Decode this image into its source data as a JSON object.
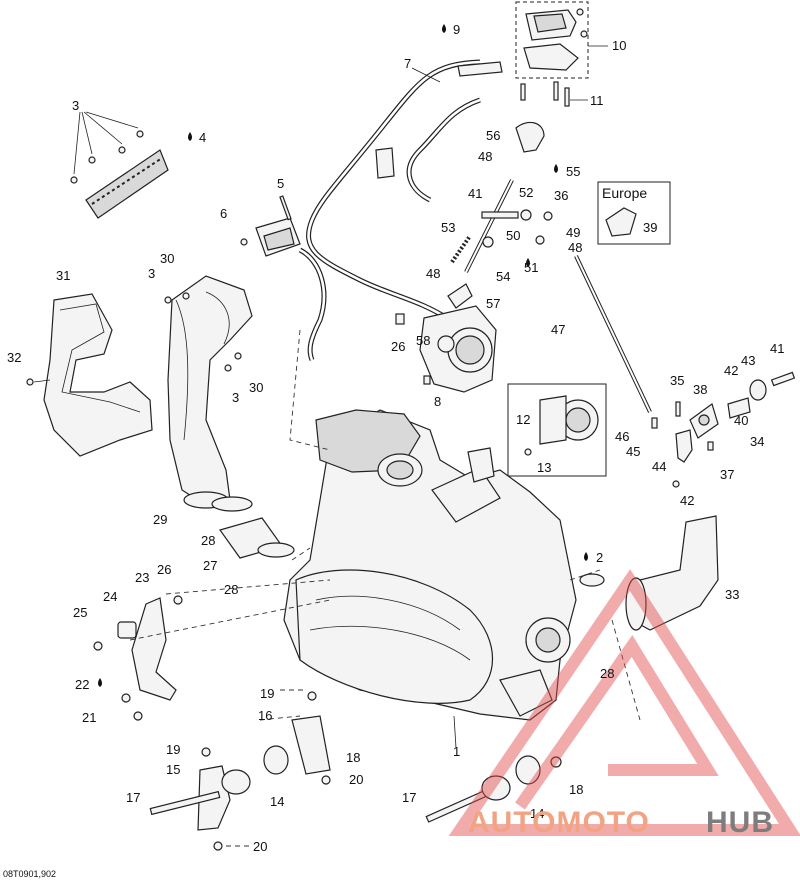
{
  "diagram": {
    "callouts": {
      "c1": "1",
      "c2": "2",
      "c3a": "3",
      "c3b": "3",
      "c3c": "3",
      "c4": "4",
      "c5": "5",
      "c6": "6",
      "c7": "7",
      "c8": "8",
      "c9": "9",
      "c10": "10",
      "c11": "11",
      "c12": "12",
      "c13": "13",
      "c14a": "14",
      "c14b": "14",
      "c15": "15",
      "c16": "16",
      "c17a": "17",
      "c17b": "17",
      "c18a": "18",
      "c18b": "18",
      "c19a": "19",
      "c19b": "19",
      "c20a": "20",
      "c20b": "20",
      "c21": "21",
      "c22": "22",
      "c23": "23",
      "c24": "24",
      "c25": "25",
      "c26a": "26",
      "c26b": "26",
      "c27": "27",
      "c28a": "28",
      "c28b": "28",
      "c28c": "28",
      "c29": "29",
      "c30a": "30",
      "c30b": "30",
      "c31": "31",
      "c32": "32",
      "c33": "33",
      "c34": "34",
      "c35": "35",
      "c36": "36",
      "c37": "37",
      "c38": "38",
      "c39": "39",
      "c40": "40",
      "c41a": "41",
      "c41b": "41",
      "c42a": "42",
      "c42b": "42",
      "c43": "43",
      "c44": "44",
      "c45": "45",
      "c46": "46",
      "c47": "47",
      "c48a": "48",
      "c48b": "48",
      "c48c": "48",
      "c49": "49",
      "c50": "50",
      "c51": "51",
      "c52": "52",
      "c53": "53",
      "c54": "54",
      "c55": "55",
      "c56": "56",
      "c57": "57",
      "c58": "58"
    },
    "europe_label": "Europe",
    "reference_code": "08T0901,902"
  },
  "watermark": {
    "text_primary": "AUTOMOTO",
    "text_secondary": "HUB",
    "colors": {
      "triangle": "#e24a4a",
      "primary": "#f1a383",
      "secondary": "#7d7d7d"
    }
  }
}
